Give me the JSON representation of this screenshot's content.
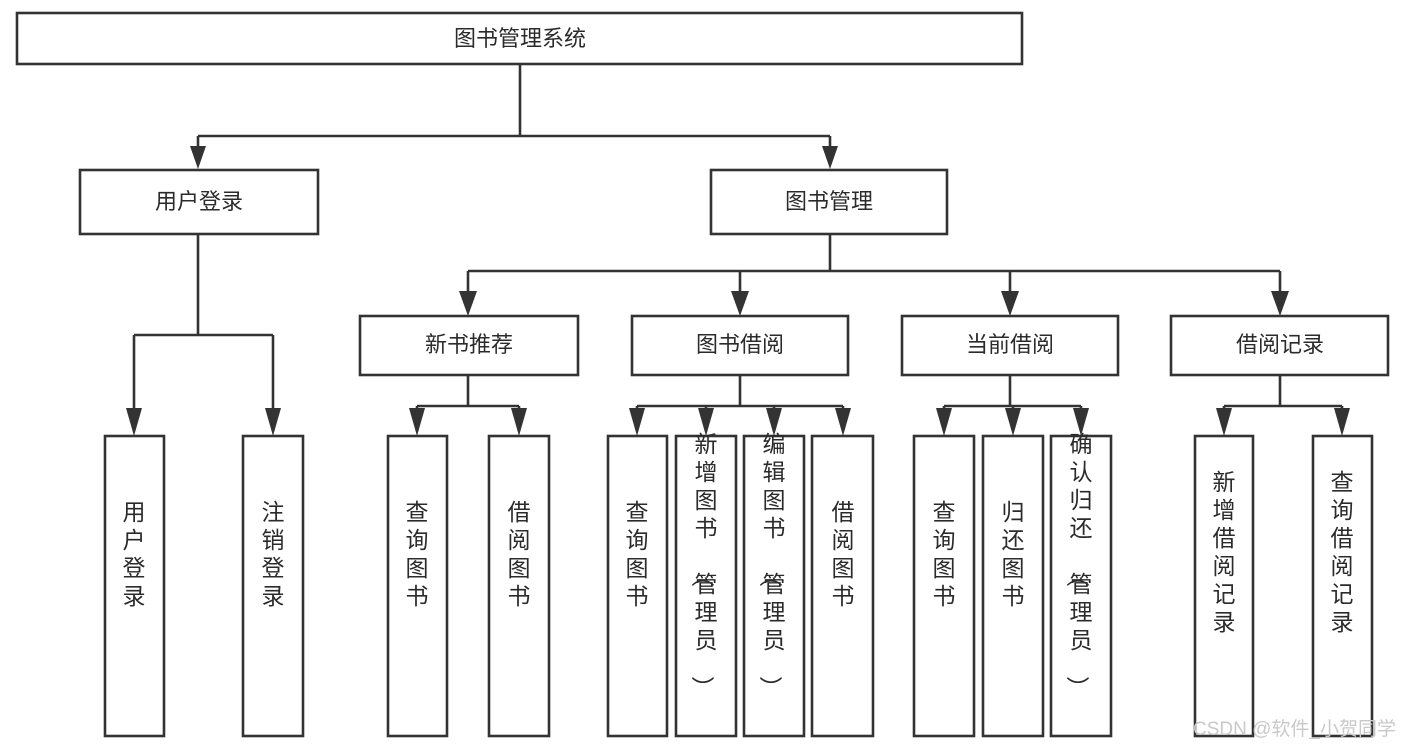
{
  "diagram": {
    "title": "图书管理系统",
    "type": "tree-hierarchy",
    "orientation": "top-down",
    "colors": {
      "box_stroke": "#333333",
      "box_fill": "#ffffff",
      "text": "#2b2b2b",
      "background": "#ffffff",
      "watermark": "#c9c9c9"
    }
  },
  "watermark": {
    "text": "CSDN @软件_小贺同学"
  },
  "nodes": {
    "root": {
      "label": "图书管理系统"
    },
    "level2": [
      {
        "label": "用户登录"
      },
      {
        "label": "图书管理"
      }
    ],
    "level3": [
      {
        "label": "新书推荐"
      },
      {
        "label": "图书借阅"
      },
      {
        "label": "当前借阅"
      },
      {
        "label": "借阅记录"
      }
    ],
    "leaves": {
      "user_login": [
        {
          "label": "用户登录"
        },
        {
          "label": "注销登录"
        }
      ],
      "new_book_recommend": [
        {
          "label": "查询图书"
        },
        {
          "label": "借阅图书"
        }
      ],
      "book_borrow": [
        {
          "label": "查询图书"
        },
        {
          "label": "新增图书（管理员）"
        },
        {
          "label": "编辑图书（管理员）"
        },
        {
          "label": "借阅图书"
        }
      ],
      "current_borrow": [
        {
          "label": "查询图书"
        },
        {
          "label": "归还图书"
        },
        {
          "label": "确认归还（管理员）"
        }
      ],
      "borrow_record": [
        {
          "label": "新增借阅记录"
        },
        {
          "label": "查询借阅记录"
        }
      ]
    }
  }
}
